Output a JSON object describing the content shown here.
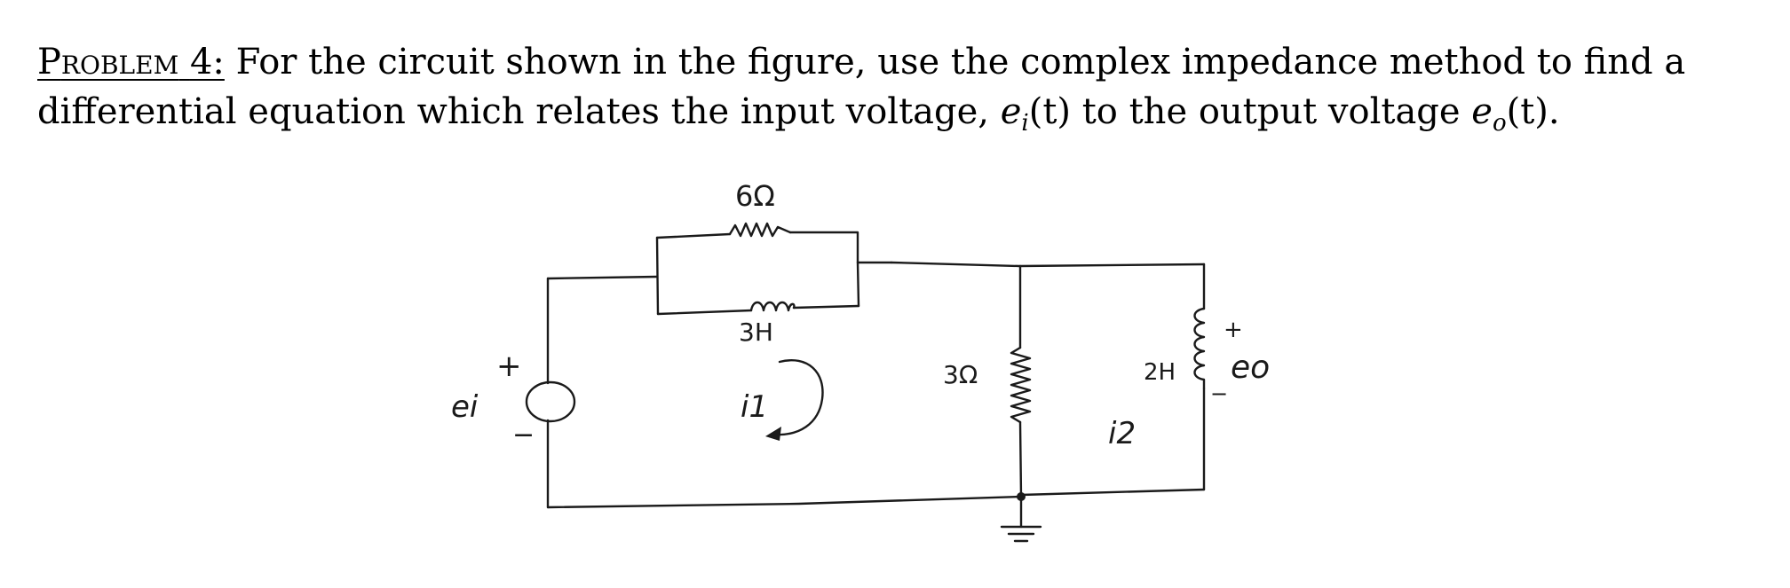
{
  "problem": {
    "label_first": "P",
    "label_rest": "roblem",
    "label_number": "4:",
    "line1_text": " For the circuit shown in the figure, use the complex impedance method to find a",
    "line2_text_a": "differential equation which relates the input voltage, ",
    "ei_symbol": "e",
    "ei_sub": "i",
    "ei_arg": "(t)",
    "line2_text_b": " to the output voltage ",
    "eo_symbol": "e",
    "eo_sub": "o",
    "eo_arg": "(t)",
    "line2_end": "."
  },
  "figure": {
    "resistor_top_label": "6Ω",
    "inductor_mid_label": "3H",
    "resistor_shunt_label": "3Ω",
    "inductor_out_label": "2H",
    "source_label": "ei",
    "source_plus": "+",
    "source_minus": "−",
    "loop1_label": "i1",
    "loop2_label": "i2",
    "output_label": "eo",
    "output_plus": "+",
    "output_minus": "−"
  }
}
